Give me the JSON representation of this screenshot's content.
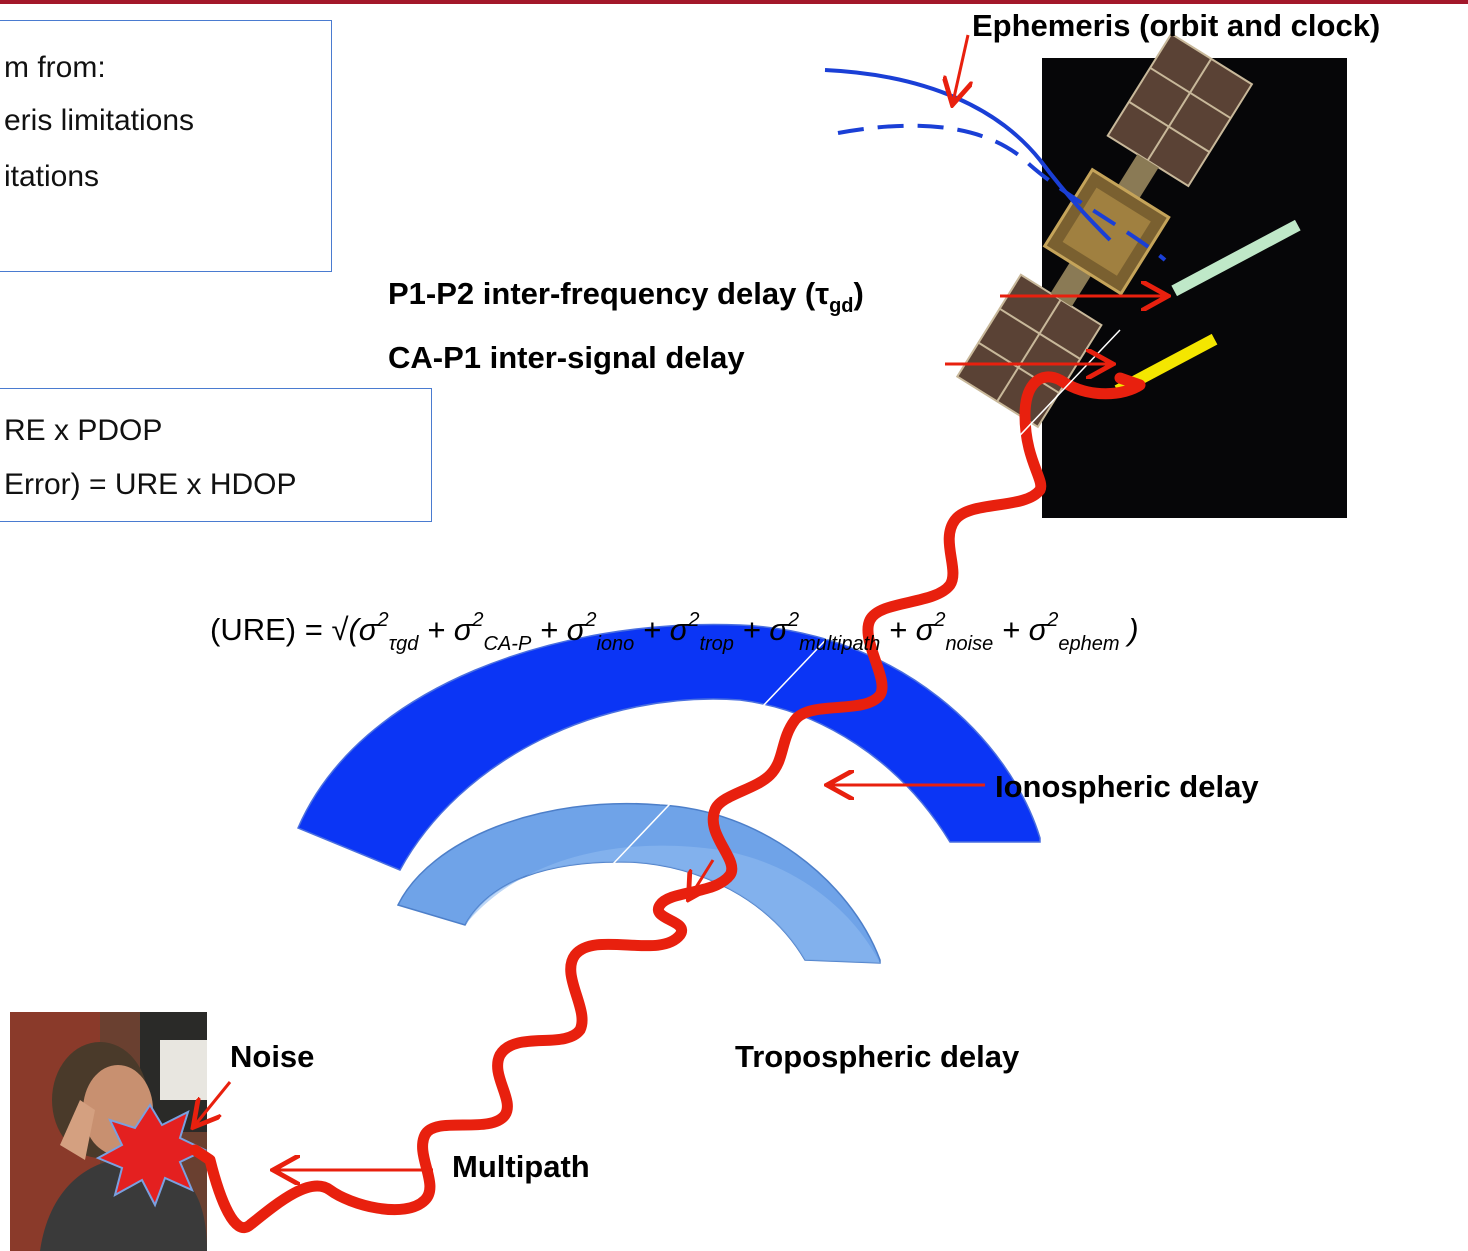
{
  "error_sources_box": {
    "lines": [
      "m from:",
      "eris limitations",
      "itations"
    ]
  },
  "dop_box": {
    "lines": [
      "RE x PDOP",
      "Error) = URE x HDOP"
    ]
  },
  "formula": {
    "prefix": "(URE) = ",
    "sqrt_open": "√(",
    "sigma": "σ",
    "power": "2",
    "terms": [
      "τgd",
      "CA-P",
      "iono",
      "trop",
      "multipath",
      "noise",
      "ephem"
    ],
    "plus": " + ",
    "close": " )"
  },
  "labels": {
    "ephemeris": "Ephemeris (orbit and clock)",
    "p1p2": "P1-P2 inter-frequency delay (τ",
    "p1p2_sub": "gd",
    "p1p2_close": ")",
    "cap1": "CA-P1 inter-signal delay",
    "iono": "Ionospheric delay",
    "tropo": "Tropospheric delay",
    "noise": "Noise",
    "multipath": "Multipath"
  },
  "colors": {
    "signal": "#e8200e",
    "ionosphere": "#0b35f5",
    "troposphere": "#6fa3e8",
    "orbit": "#1a3fd6",
    "frame": "#a3172a",
    "box_border": "#4a7bd0",
    "band_p1p2": "#bfe8c8",
    "band_cap1": "#f4e600"
  },
  "icons": [
    "satellite-photo",
    "person-on-phone-photo",
    "noise-burst-icon"
  ]
}
